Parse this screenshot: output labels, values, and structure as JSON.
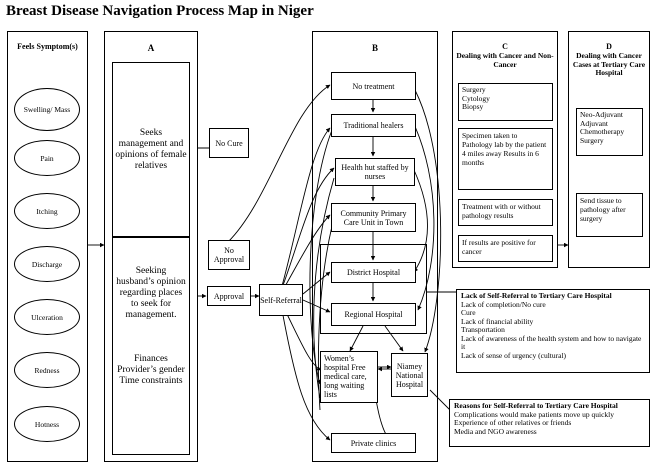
{
  "title": "Breast Disease Navigation Process Map in Niger",
  "symptoms": {
    "header": "Feels Symptom(s)",
    "items": [
      "Swelling/ Mass",
      "Pain",
      "Itching",
      "Discharge",
      "Ulceration",
      "Redness",
      "Hotness"
    ]
  },
  "col_a": {
    "label": "A",
    "top_text": "Seeks management and opinions of female relatives",
    "bottom_text": "Seeking husband’s opinion regarding places to seek for management.",
    "bottom_factors": "Finances Provider’s gender Time constraints"
  },
  "outcomes": {
    "no_cure": "No Cure",
    "no_approval": "No Approval",
    "approval": "Approval",
    "self_referral": "Self-Referral"
  },
  "col_b": {
    "label": "B",
    "no_treatment": "No treatment",
    "traditional_healers": "Traditional healers",
    "health_hut": "Health hut staffed by nurses",
    "community_primary": "Community Primary Care Unit in Town",
    "district_hospital": "District Hospital",
    "regional_hospital": "Regional Hospital",
    "womens_hospital": "Women’s hospital Free medical care, long waiting lists",
    "niamey_hospital": "Niamey National Hospital",
    "private_clinics": "Private clinics"
  },
  "col_c": {
    "label": "C",
    "header": "Dealing with Cancer and Non-Cancer",
    "procedures": [
      "Surgery",
      "Cytology",
      "Biopsy"
    ],
    "specimen": "Specimen taken to Pathology lab by the patient 4 miles away Results in 6 months",
    "treatment": "Treatment with or without pathology results",
    "positive": "If results are positive for cancer"
  },
  "col_d": {
    "label": "D",
    "header": "Dealing with Cancer Cases at Tertiary Care Hospital",
    "treatments": [
      "Neo-Adjuvant",
      "Adjuvant",
      "Chemotherapy",
      "Surgery"
    ],
    "send_tissue": "Send tissue to pathology after surgery"
  },
  "lack_self_referral": {
    "header": "Lack of Self-Referral to Tertiary Care Hospital",
    "items": [
      "Lack of completion/No cure",
      "Cure",
      "Lack of financial ability",
      "Transportation",
      "Lack of awareness of the health system and how to navigate it",
      "Lack of sense of urgency (cultural)"
    ]
  },
  "reasons_self_referral": {
    "header": "Reasons for Self-Referral to Tertiary Care Hospital",
    "items": [
      "Complications would make patients move up quickly",
      "Experience of other relatives or friends",
      "Media and NGO awareness"
    ]
  }
}
